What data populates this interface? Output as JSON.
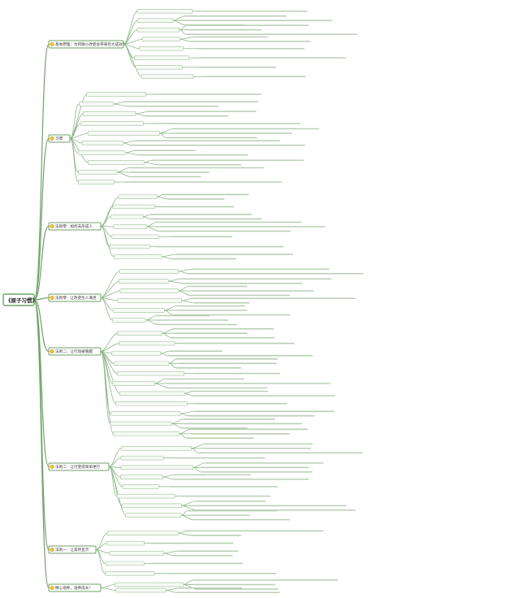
{
  "root": {
    "label": "《原子习惯》"
  },
  "branches": [
    {
      "id": "b0",
      "label": "基本原理：为何微小改变会带来巨大成效？"
    },
    {
      "id": "b1",
      "label": "习惯"
    },
    {
      "id": "b2",
      "label": "法则零：如何去形成人"
    },
    {
      "id": "b3",
      "label": "法则零：让改变生人满足"
    },
    {
      "id": "b4",
      "label": "法则二：让行动被看醒"
    },
    {
      "id": "b5",
      "label": "法则二：让行变得简单更行"
    },
    {
      "id": "b6",
      "label": "法则一：让其存显示"
    },
    {
      "id": "b7",
      "label": "精心培养，培养成长！"
    }
  ]
}
